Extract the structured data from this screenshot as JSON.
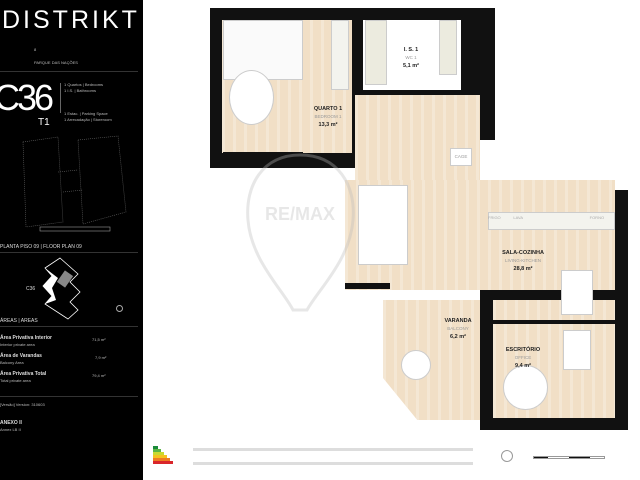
{
  "sidebar": {
    "brand": "DISTRIKT",
    "building_number": "8",
    "location": "PARQUE DAS NAÇÕES",
    "unit_code": "C36",
    "typology": "T1",
    "features": [
      "1 Quartos | Bedrooms",
      "1 I.S. | Bathrooms",
      "1 Estac. | Parking Space",
      "1 Arrecadação | Storeroom"
    ],
    "floor_plan_title": "PLANTA PISO 09 | FLOOR PLAN 09",
    "map_unit_label": "C36",
    "areas_title": "ÁREAS | AREAS",
    "areas": [
      {
        "label": "Área Privativa Interior",
        "sub": "Interior private area",
        "value": "71,5 m²"
      },
      {
        "label": "Área de Varandas",
        "sub": "Balcony Area",
        "value": "7,9 m²"
      },
      {
        "label": "Área Privativa Total",
        "sub": "Total private area",
        "value": "79,4 m²"
      }
    ],
    "version": "[Versão] Version: 310603",
    "annex_title": "ANEXO II",
    "annex_sub": "Annex LB II"
  },
  "rooms": {
    "bedroom": {
      "name": "QUARTO 1",
      "en": "BEDROOM 1",
      "area": "13,3 m²"
    },
    "wc": {
      "name": "I. S. 1",
      "en": "WC 1",
      "area": "5,1 m²"
    },
    "living": {
      "name": "SALA-COZINHA",
      "en": "LIVING-KITCHEN",
      "area": "28,8 m²"
    },
    "balcony": {
      "name": "VARANDA",
      "en": "BALCONY",
      "area": "6,2 m²"
    },
    "office": {
      "name": "ESCRITÓRIO",
      "en": "OFFICE",
      "area": "9,4 m²"
    },
    "storage_label": "CAGE",
    "kitchen_labels": [
      "FRIGO",
      "LAVA",
      "",
      "",
      "FORNO"
    ]
  },
  "watermark": "RE/MAX",
  "colors": {
    "sidebar": "#000000",
    "floor": "#f1dfc6",
    "wall": "#111111"
  }
}
